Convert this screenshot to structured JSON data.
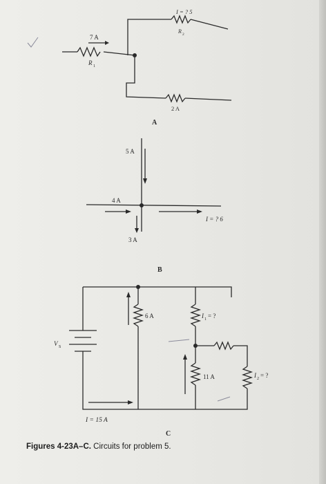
{
  "figure_a": {
    "letter": "A",
    "label_7a": "7 A",
    "label_r1": "R",
    "label_r1_sub": "1",
    "label_i_top": "I = ? 5",
    "label_r2": "R",
    "label_r2_sub": "2",
    "label_2a": "2 A"
  },
  "figure_b": {
    "letter": "B",
    "label_5a": "5 A",
    "label_4a": "4 A",
    "label_3a": "3 A",
    "label_i": "I = ? 6"
  },
  "figure_c": {
    "letter": "C",
    "label_vs": "V",
    "label_vs_sub": "S",
    "label_6a": "6 A",
    "label_i1": "I",
    "label_i1_sub": "1",
    "label_i1_tail": "= ?",
    "label_11a": "11 A",
    "label_i2": "I",
    "label_i2_sub": "2",
    "label_i2_tail": "= ?",
    "label_15a": "I = 15 A"
  },
  "caption": {
    "bold": "Figures 4-23A–C.",
    "text": " Circuits for problem 5."
  },
  "colors": {
    "ink": "#2a2a2a",
    "pencil": "#8a8a9a",
    "paper": "#ececE8"
  }
}
